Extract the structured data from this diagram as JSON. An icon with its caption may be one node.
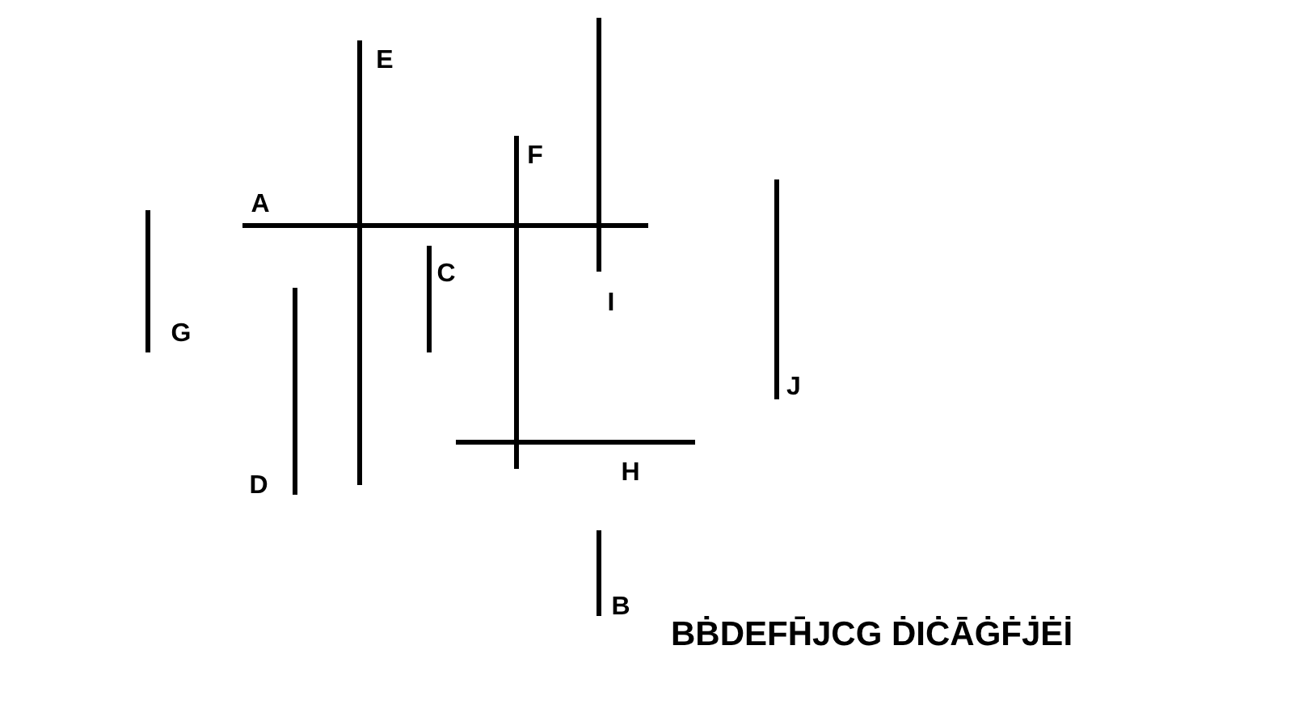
{
  "diagram": {
    "nodes": [
      {
        "text": [],
        "shape": "line",
        "beside": [
          "A"
        ]
      },
      {
        "text": [],
        "shape": "line",
        "beside": [
          "B"
        ]
      },
      {
        "text": [],
        "shape": "line",
        "beside": [
          "C"
        ]
      },
      {
        "text": [],
        "shape": "line",
        "beside": [
          "D"
        ]
      },
      {
        "text": [],
        "shape": "line",
        "beside": [
          "E"
        ]
      },
      {
        "text": [],
        "shape": "line",
        "beside": [
          "F"
        ]
      },
      {
        "text": [],
        "shape": "line",
        "beside": [
          "G"
        ]
      },
      {
        "text": [],
        "shape": "line",
        "beside": [
          "H"
        ]
      },
      {
        "text": [],
        "shape": "line",
        "beside": [
          "I"
        ]
      },
      {
        "text": [],
        "shape": "line",
        "beside": [
          "J"
        ]
      }
    ],
    "labels": [
      "BḂDEFH̄JCG ḊIĊĀĠḞJ̇Ėİ"
    ]
  }
}
